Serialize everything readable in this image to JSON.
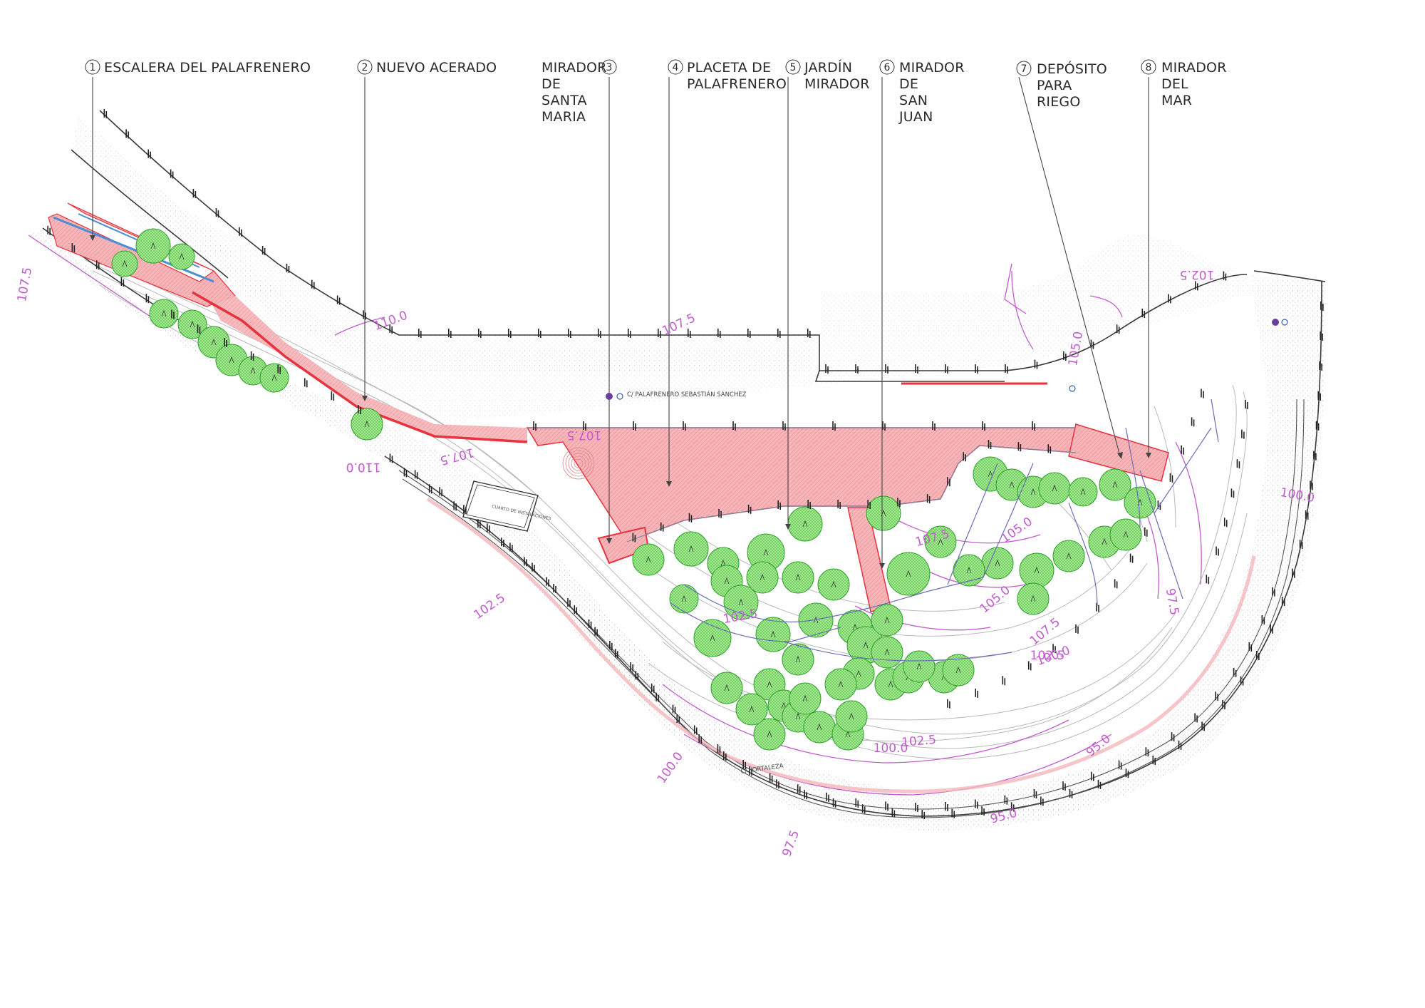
{
  "callouts": [
    {
      "num": "1",
      "lines": [
        "ESCALERA DEL PALAFRENERO"
      ]
    },
    {
      "num": "2",
      "lines": [
        "NUEVO ACERADO"
      ]
    },
    {
      "num": "3",
      "lines": [
        "MIRADOR",
        "DE",
        "SANTA",
        "MARIA"
      ]
    },
    {
      "num": "4",
      "lines": [
        "PLACETA DE",
        "PALAFRENERO"
      ]
    },
    {
      "num": "5",
      "lines": [
        "JARDÍN",
        "MIRADOR"
      ]
    },
    {
      "num": "6",
      "lines": [
        "MIRADOR",
        "DE",
        "SAN",
        "JUAN"
      ]
    },
    {
      "num": "7",
      "lines": [
        "DEPÓSITO",
        "PARA",
        "RIEGO"
      ]
    },
    {
      "num": "8",
      "lines": [
        "MIRADOR",
        "DEL",
        "MAR"
      ]
    }
  ],
  "streets": {
    "upper": "C/ PALAFRENERO SEBASTIÁN SÁNCHEZ",
    "lower": "C/ FORTALEZA",
    "enclosure": "CUARTO DE INSTALACIONES"
  },
  "contour_labels": [
    "107.5",
    "110.0",
    "107.5",
    "107.5",
    "107.5",
    "110.0",
    "102.5",
    "102.5",
    "100.0",
    "97.5",
    "95.0",
    "95.0",
    "100.0",
    "102.5",
    "105.0",
    "107.5",
    "100.0",
    "97.5",
    "105.0",
    "102.5",
    "105.0",
    "107.5",
    "102.5",
    "100.0"
  ],
  "colors": {
    "intervention": "#f4a3a8",
    "intervention_edge": "#e8323c",
    "tree_fill": "#8fe07a",
    "tree_edge": "#2fa32a",
    "contour": "#c25ccf",
    "slope_hatch": "#d9d9d9",
    "stair_edge": "#4a8fd6"
  },
  "icons": [
    "tree-symbol-icon",
    "handrail-post-icon",
    "callout-circle-icon",
    "leader-line-icon"
  ]
}
